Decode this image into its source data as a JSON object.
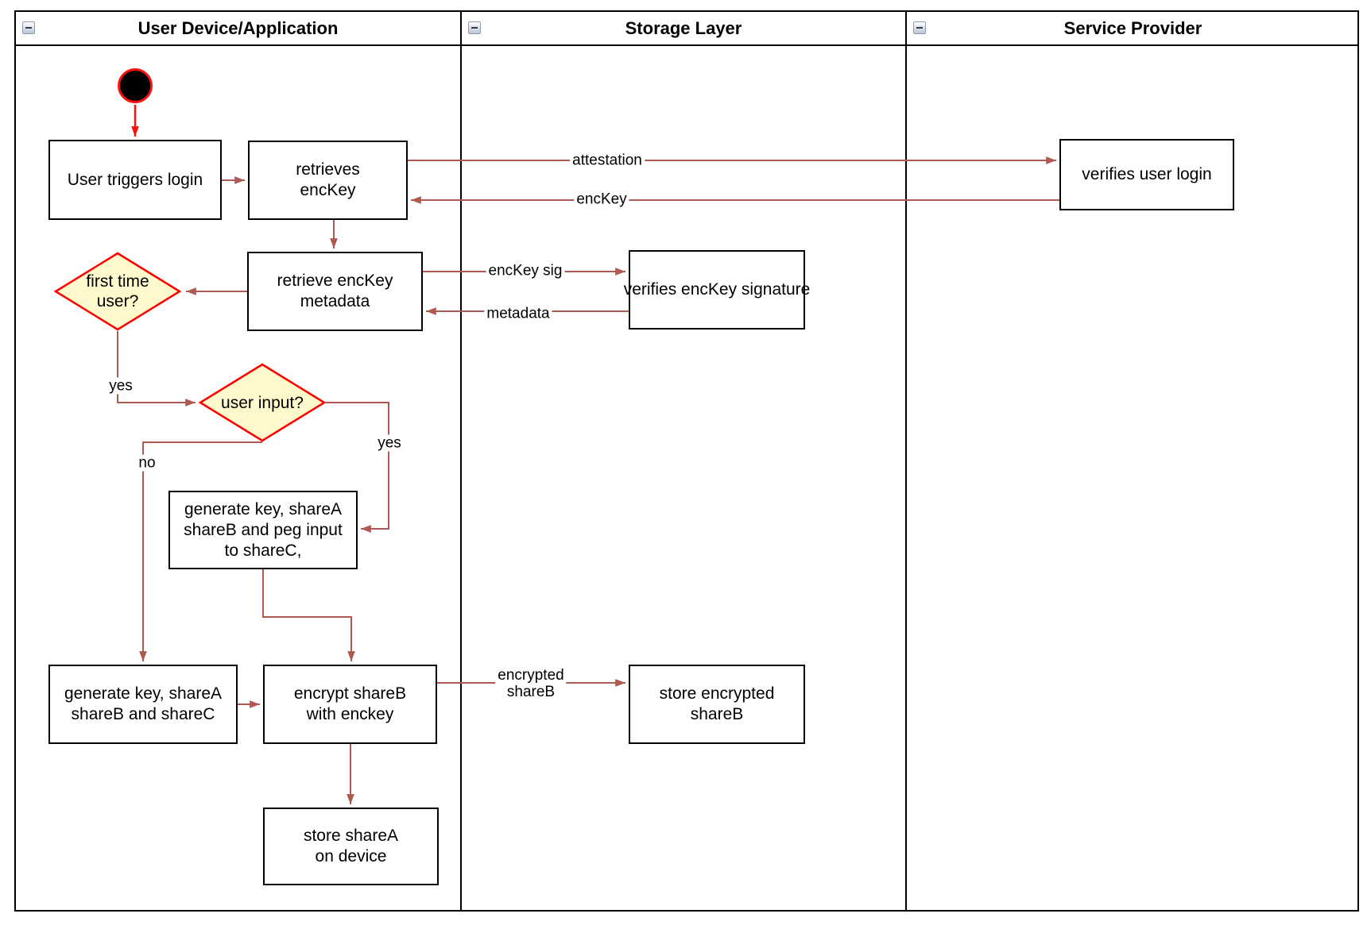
{
  "lanes": [
    {
      "title": "User Device/Application",
      "collapse_icon": "minus-icon"
    },
    {
      "title": "Storage Layer",
      "collapse_icon": "minus-icon"
    },
    {
      "title": "Service Provider",
      "collapse_icon": "minus-icon"
    }
  ],
  "nodes": {
    "start": {
      "type": "initial-state"
    },
    "user_triggers_login": {
      "label": "User triggers login"
    },
    "retrieves_enckey": {
      "label": "retrieves\nencKey"
    },
    "retrieve_enckey_metadata": {
      "label": "retrieve encKey\nmetadata"
    },
    "first_time_user": {
      "label": "first time\nuser?",
      "type": "decision"
    },
    "user_input": {
      "label": "user input?",
      "type": "decision"
    },
    "generate_key_peg_input": {
      "label": "generate key, shareA\nshareB and peg input\nto shareC,"
    },
    "generate_key_sharec": {
      "label": "generate key, shareA\nshareB and shareC"
    },
    "encrypt_shareb": {
      "label": "encrypt shareB\nwith enckey"
    },
    "store_sharea": {
      "label": "store shareA\non device"
    },
    "verifies_enckey_signature": {
      "label": "verifies encKey signature"
    },
    "store_encrypted_shareb": {
      "label": "store encrypted\nshareB"
    },
    "verifies_user_login": {
      "label": "verifies user login"
    }
  },
  "edge_labels": {
    "attestation": "attestation",
    "enckey": "encKey",
    "enckey_sig": "encKey sig",
    "metadata": "metadata",
    "encrypted_shareb": "encrypted\nshareB",
    "yes_first_time": "yes",
    "yes_user_input": "yes",
    "no_user_input": "no"
  },
  "colors": {
    "edge": "#AE5A52",
    "start_edge": "#FF100A",
    "diamond_fill": "#FFFACD",
    "diamond_border": "#FF0000",
    "node_fill": "#FFFFFF",
    "node_border": "#000000"
  }
}
